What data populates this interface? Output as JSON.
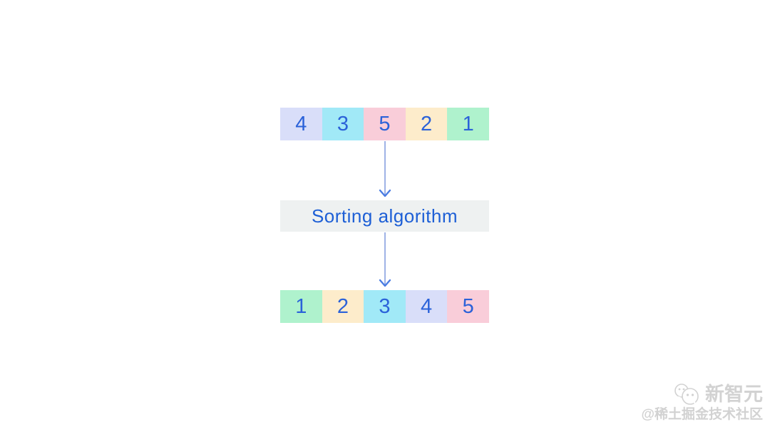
{
  "diagram": {
    "unsorted_row": {
      "cells": [
        {
          "value": "4",
          "color": "#d9def9"
        },
        {
          "value": "3",
          "color": "#a1e9f7"
        },
        {
          "value": "5",
          "color": "#f9cdd9"
        },
        {
          "value": "2",
          "color": "#fdeccb"
        },
        {
          "value": "1",
          "color": "#aff2cd"
        }
      ]
    },
    "process_label": "Sorting algorithm",
    "sorted_row": {
      "cells": [
        {
          "value": "1",
          "color": "#aff2cd"
        },
        {
          "value": "2",
          "color": "#fdeccb"
        },
        {
          "value": "3",
          "color": "#a1e9f7"
        },
        {
          "value": "4",
          "color": "#d9def9"
        },
        {
          "value": "5",
          "color": "#f9cdd9"
        }
      ]
    },
    "colors": {
      "number_text": "#2b62d9",
      "label_text": "#1d5fd6",
      "label_bg": "#eef1f1",
      "arrow_line": "#93a9e4",
      "arrow_head": "#4a7ce2"
    }
  },
  "watermark": {
    "icon": "wechat-icon",
    "brand": "新智元",
    "community": "@稀土掘金技术社区",
    "color": "#d2d2d2"
  }
}
